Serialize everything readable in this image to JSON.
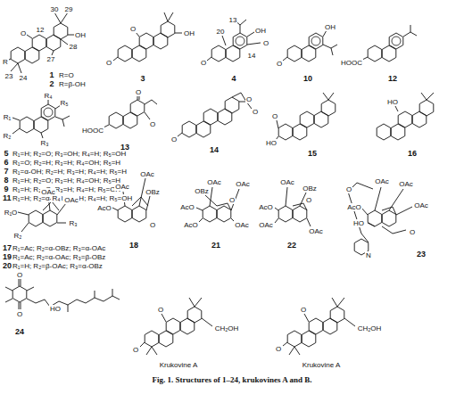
{
  "diagram": {
    "caption": "Fig. 1. Structures of 1–24, krukovines A and B.",
    "labels": [
      "30",
      "29",
      "OH",
      "O",
      "12",
      "28",
      "27",
      "R",
      "23",
      "24",
      "1",
      "R=O",
      "2",
      "R=β-OH",
      "O",
      "O",
      "OH",
      "3",
      "O",
      "20",
      "13",
      "14",
      "OH",
      "O",
      "4",
      "OH",
      "O",
      "10",
      "HOOC",
      "12",
      "R₄",
      "R₅",
      "R₁",
      "R₂",
      "R₃",
      "5",
      "R₁=H; R₂=O; R₃=OH; R₄=H; R₅=OH",
      "6",
      "R₁=O; R₂=H; R₃=H; R₄=OH; R₅=H",
      "7",
      "R₁=α-OH; R₂=H; R₃=H; R₄=H; R₅=H",
      "8",
      "R₁=H; R₂=O; R₃=H; R₄=OH; R₅=H",
      "9",
      "R₁=H; R₂=O; R₃=H; R₄=H; R₅=OH",
      "11",
      "R₁=H; R₂=α-OH; R₃=H; R₄=H; R₅=OH",
      "O",
      "O",
      "HOOC",
      "13",
      "O",
      "O",
      "O",
      "14",
      "O",
      "HO",
      "15",
      "HO",
      "16",
      "OAc",
      "OAc",
      "R₁O",
      "R₂",
      "R₃",
      "R₄",
      "17",
      "R₁=Ac; R₂=α-OBz; R₃=α-OAc",
      "19",
      "R₁=Ac; R₂=α-OAc; R₃=β-OBz",
      "20",
      "R₁=H; R₂=β-OAc; R₃=α-OBz",
      "OAc",
      "OBz",
      "AcO",
      "OAc",
      "O",
      "18",
      "OAc",
      "OBz",
      "OAc",
      "AcO",
      "AcO",
      "OAc",
      "O",
      "21",
      "OAc",
      "OBz",
      "AcO",
      "OAc",
      "OAc",
      "O",
      "22",
      "OAc",
      "OAc",
      "OAc",
      "AcO",
      "HO",
      "O",
      "O",
      "N",
      "23",
      "O",
      "O",
      "HO",
      "24",
      "O",
      "O",
      "CH₂OH",
      "Krukovine A",
      "O",
      "O",
      "CH₂OH",
      "Krukovine A"
    ]
  }
}
